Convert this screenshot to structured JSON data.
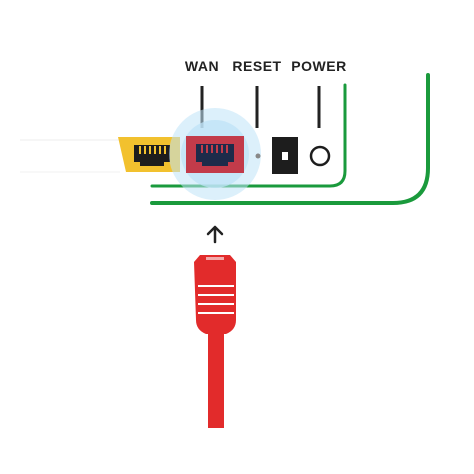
{
  "labels": {
    "wan": "WAN",
    "reset": "RESET",
    "power": "POWER"
  },
  "colors": {
    "router_outline": "#1a9a3c",
    "lan_port": "#f2c12e",
    "wan_port": "#c23b4a",
    "wan_highlight": "#bfe3f7",
    "cable": "#e22b2b",
    "port_inner": "#1d1d1d",
    "text": "#222222"
  },
  "icons": {
    "arrow": "arrow-up-icon",
    "power_button": "power-button-icon",
    "reset_button": "reset-button-icon"
  }
}
